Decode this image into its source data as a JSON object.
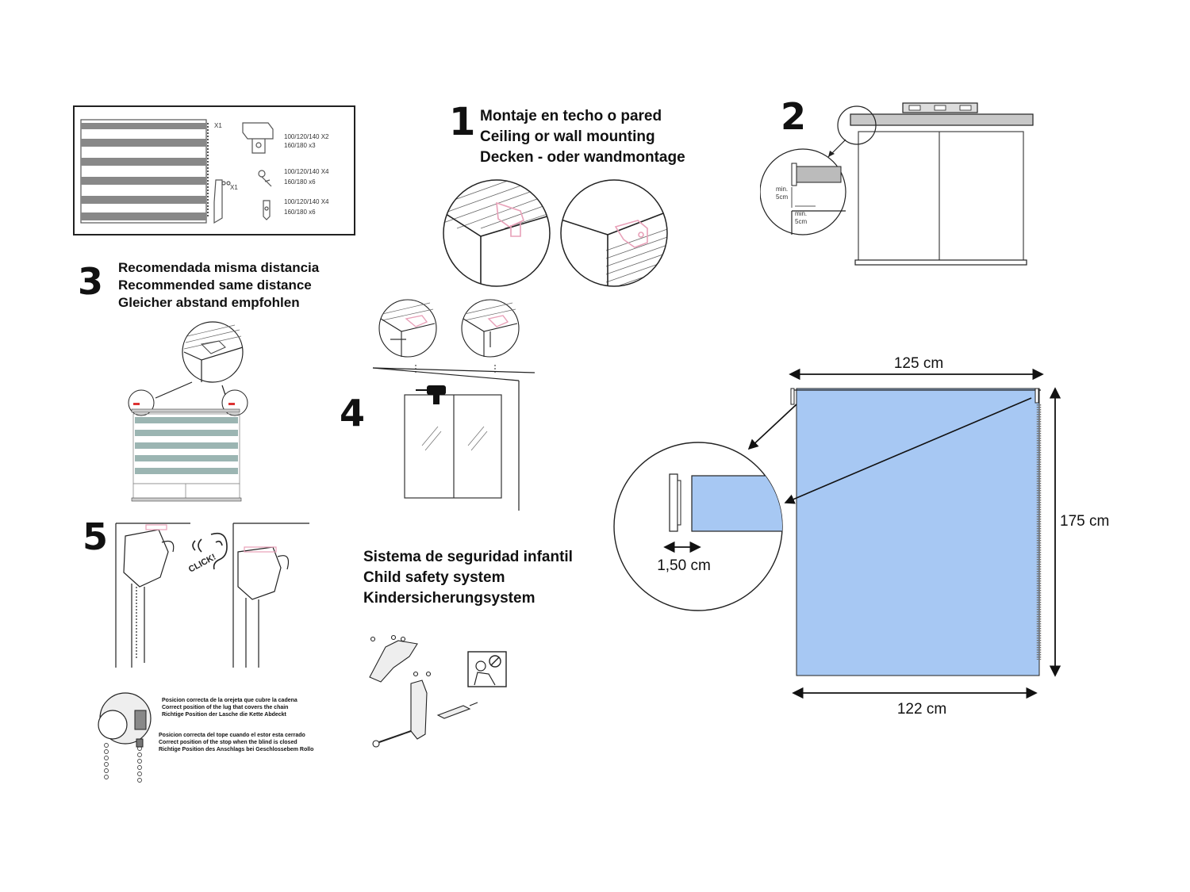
{
  "kit": {
    "blind_qty": "X1",
    "bracket_qty_a": "100/120/140 X2",
    "bracket_qty_b": "160/180 x3",
    "screw_qty_a": "100/120/140 X4",
    "screw_qty_b": "160/180 x6",
    "plug_qty_a": "100/120/140 X4",
    "plug_qty_b": "160/180 x6",
    "clip_qty": "X1"
  },
  "step1": {
    "number": "1",
    "lines": [
      "Montaje en techo o pared",
      "Ceiling or wall mounting",
      "Decken - oder wandmontage"
    ]
  },
  "step2": {
    "number": "2",
    "min_label_a": "min.",
    "min_value_a": "5cm",
    "min_label_b": "min.",
    "min_value_b": "5cm"
  },
  "step3": {
    "number": "3",
    "lines": [
      "Recomendada misma distancia",
      "Recommended same distance",
      "Gleicher abstand empfohlen"
    ]
  },
  "step4": {
    "number": "4"
  },
  "step5": {
    "number": "5",
    "click_text": "CLICK!",
    "lug_lines": [
      "Posicion correcta de la orejeta que cubre la cadena",
      "Correct position of the lug that covers the chain",
      "Richtige Position der Lasche die Kette Abdeckt"
    ],
    "stop_lines": [
      "Posicion correcta del tope cuando el estor esta cerrado",
      "Correct position of the stop when the blind is closed",
      "Richtige Position des Anschlags bei Geschlossebem Rollo"
    ]
  },
  "safety": {
    "lines": [
      "Sistema de seguridad infantil",
      "Child safety system",
      "Kindersicherungsystem"
    ]
  },
  "dimensions": {
    "top_width": "125 cm",
    "height": "175 cm",
    "bottom_width": "122 cm",
    "bracket_offset": "1,50 cm"
  },
  "colors": {
    "blind_fill": "#a7c8f3",
    "ink": "#111111",
    "bracket_pink": "#e8a0b8",
    "stripe_teal": "#9bb5b2"
  }
}
